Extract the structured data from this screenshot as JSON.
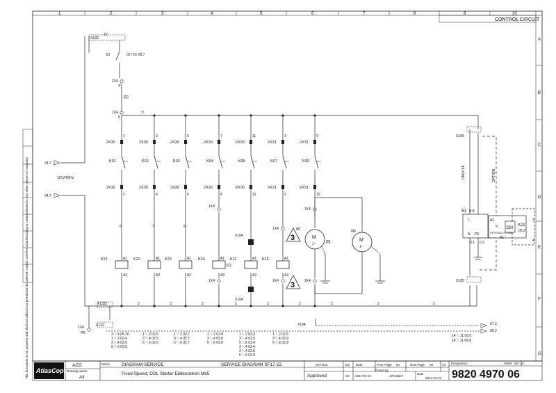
{
  "sheet_title": "CONTROL CIRCUIT",
  "columns": [
    "1",
    "2",
    "3",
    "4",
    "5",
    "6",
    "7",
    "8",
    "9",
    "10"
  ],
  "rows": [
    "A",
    "B",
    "C",
    "D",
    "E",
    "F",
    "G"
  ],
  "supply": {
    "label": "115V/60Hz",
    "left_top": "04.7",
    "left_bot": "04.7"
  },
  "terminals": {
    "x132": "X132",
    "s3": "S3",
    "s3_ref": "02 / 01 08.7",
    "tx4": "1X4",
    "tx4_n4": "4",
    "tx4_n5": "5",
    "g_mark": "[G]",
    "wire5": "5",
    "x105": "X105",
    "x104": "X104",
    "pe": "PE",
    "tx4_pe": "1X4"
  },
  "contactors": [
    {
      "name": "K01",
      "top": "2X30",
      "bot": "2X30",
      "t1": "1",
      "t2": "2",
      "w": "6",
      "coil": "K21"
    },
    {
      "name": "K02",
      "top": "2X30",
      "bot": "2X30",
      "t1": "3",
      "t2": "4",
      "w": "7",
      "coil": "K22"
    },
    {
      "name": "K03",
      "top": "2X30",
      "bot": "2X30",
      "t1": "5",
      "t2": "6",
      "w": "8",
      "coil": "K23"
    },
    {
      "name": "K04",
      "top": "2X30",
      "bot": "2X30",
      "t1": "7",
      "t2": "8",
      "w": "",
      "coil": "K24"
    },
    {
      "name": "K06",
      "top": "2X30",
      "bot": "2X30",
      "t1": "11",
      "t2": "12",
      "w": "",
      "coil": "K11"
    },
    {
      "name": "K07",
      "top": "2X31",
      "bot": "2X31",
      "t1": "1",
      "t2": "2",
      "w": "",
      "coil": "K15"
    },
    {
      "name": "K09",
      "top": "2X31",
      "bot": "2X31",
      "t1": "9",
      "t2": "10",
      "w": "",
      "coil": ""
    }
  ],
  "coil_terms": {
    "a1": "A1",
    "a2": "A2",
    "c_mark": "[C]",
    "d_mark": "[D]"
  },
  "motors": {
    "m7": "M7",
    "m6": "M6",
    "m": "M",
    "ph": "1~",
    "warn": "3"
  },
  "right": {
    "only_ff": "ONLY FF",
    "option": "OPTION",
    "b1": "B1",
    "b1_ref": "B.8",
    "l": "L",
    "n": "N",
    "pe": "PE",
    "b_a": "0.1",
    "b_b": "0.2",
    "em": "EM",
    "k21": "K21",
    "k21_ref": "05.2",
    "a2": "A2",
    "a1": "A1",
    "opt_txt": "OPTIONAL CS Dryer",
    "num3": "3",
    "num4": "4"
  },
  "refs_bottom_right": {
    "r1": "07.2",
    "r2": "06.2",
    "c1": "14 ⟍ 11 08.6",
    "c2": "14 ⟍ 11 08.6"
  },
  "contact_refs": [
    [
      "3 ⟍ 4 05.10",
      "1 ⟍ 2 02.4",
      "3 ⟍ 4 02.5",
      "5 ⟍ 6 02.6"
    ],
    [
      "1 ⟍ 2 02.5",
      "3 ⟍ 4 02.5",
      "5 ⟍ 6 02.6"
    ],
    [
      "1 ⟍ 2 02.7",
      "3 ⟍ 4 02.7",
      "5 ⟍ 6 02.7"
    ],
    [
      "1 ⟍ 2 02.8",
      "3 ⟍ 4 02.8",
      "5 ⟍ 6 02.8"
    ],
    [
      "1 ⟍ 2 03.3",
      "3 ⟍ 4 03.5",
      "5 ⟍ 6 03.4",
      "3 ⟍ 4 03.4",
      "3 ⟍ 4 03.5",
      "5 ⟍ 6 03.9"
    ],
    [
      "1 ⟍ 2 02.9",
      "3 ⟍ 4 02.9",
      "5 ⟍ 6 02.9"
    ]
  ],
  "title_block": {
    "logo": "AtlasCopco",
    "acd": "ACD",
    "drawing_owner_lbl": "Drawing owner",
    "drawing_owner": "All",
    "name_lbl": "Name",
    "diag_service": "DIAGRAM SERVICE",
    "service_diag": "SERVICE DIAGRAM SF17-22",
    "subtitle": "Fixed Speed, DOL Starter Elektronikon Mk5",
    "status_lbl": "STATUS",
    "status": "Approved",
    "ed_lbl": "Ed.",
    "ed": "03",
    "date_lbl": "Date",
    "date1": "2014-04-04",
    "prev_lbl": "Prev. Page",
    "prev": "04",
    "next_lbl": "Next Page",
    "next": "06",
    "size": "A3",
    "drawn_lbl": "Drawn by",
    "drawn": "AIR15507",
    "date2_lbl": "Date",
    "date2": "2012-03-22",
    "designation_lbl": "Designation",
    "designation": "9820 4970 06",
    "sheet_lbl": "Sheet",
    "sheet": "05 / 16",
    "legal": "This document is our property and shall not without our permission be altered, copied, used for manufacturing or communicated to any other person or company."
  }
}
